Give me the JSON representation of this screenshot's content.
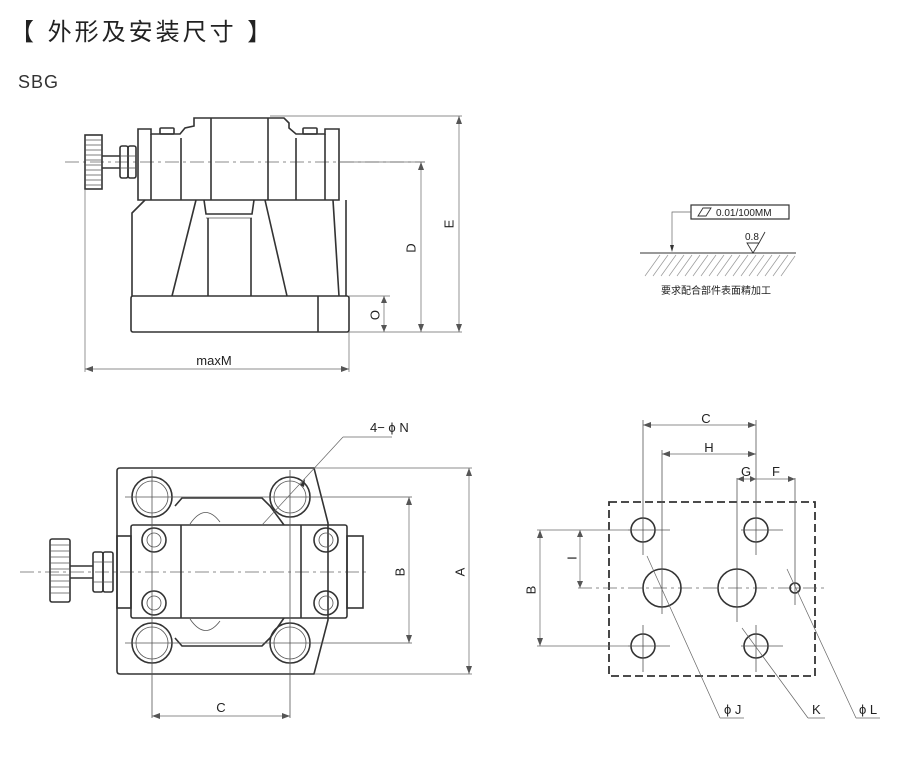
{
  "header": {
    "title": "【 外形及安装尺寸 】",
    "model": "SBG"
  },
  "side_view": {
    "dim_labels": {
      "E": "E",
      "D": "D",
      "O": "O",
      "maxM": "maxM"
    }
  },
  "surface_note": {
    "flatness": "0.01/100MM",
    "roughness": "0.8",
    "caption": "要求配合部件表面精加工"
  },
  "top_view": {
    "dim_labels": {
      "holes": "4− ϕ N",
      "B": "B",
      "A": "A",
      "C": "C"
    }
  },
  "mounting_pattern": {
    "dim_labels": {
      "C": "C",
      "H": "H",
      "G": "G",
      "F": "F",
      "I": "I",
      "B": "B",
      "J": "ϕ J",
      "K": "K",
      "L": "ϕ L"
    }
  }
}
